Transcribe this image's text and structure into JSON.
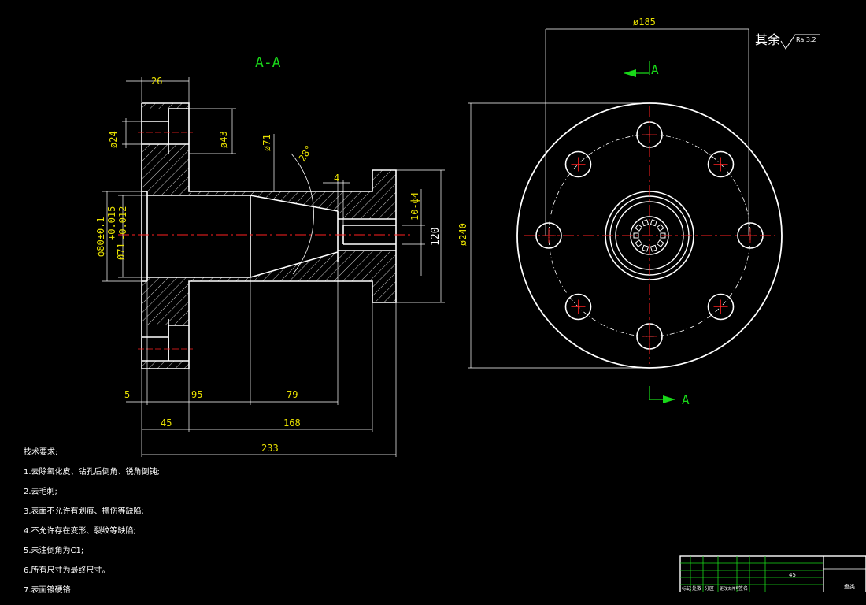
{
  "section_label": "A-A",
  "view_marker": "A",
  "roughness": {
    "prefix": "其余",
    "value": "Ra 3.2"
  },
  "dimensions": {
    "d185": "ø185",
    "d240": "ø240",
    "w26": "26",
    "d24": "ø24",
    "d43": "ø43",
    "d71": "ø71",
    "angle": "28°",
    "w4": "4",
    "holes": "10-ф4",
    "h120": "120",
    "d80": "ф80±0.1",
    "d71tol": "Ø71",
    "tol_upper": "+0.015",
    "tol_lower": "-0.012",
    "l5": "5",
    "l95": "95",
    "l79": "79",
    "l45": "45",
    "l168": "168",
    "l233": "233"
  },
  "notes": {
    "title": "技术要求:",
    "items": [
      "1.去除氧化皮、钻孔后倒角、锐角倒钝;",
      "2.去毛刺;",
      "3.表面不允许有划痕、擦伤等缺陷;",
      "4.不允许存在变形、裂纹等缺陷;",
      "5.未注倒角为C1;",
      "6.所有尺寸为最终尺寸。",
      "7.表面镀硬铬"
    ]
  },
  "title_block": {
    "material": "45",
    "part_name": "盘类",
    "headers": [
      "标记",
      "处数",
      "分区",
      "更改文件号",
      "签名"
    ]
  },
  "colors": {
    "geometry": "#ffffff",
    "dimension": "#e8e000",
    "centerline": "#ff2020",
    "marker": "#19d819",
    "background": "#000000"
  }
}
